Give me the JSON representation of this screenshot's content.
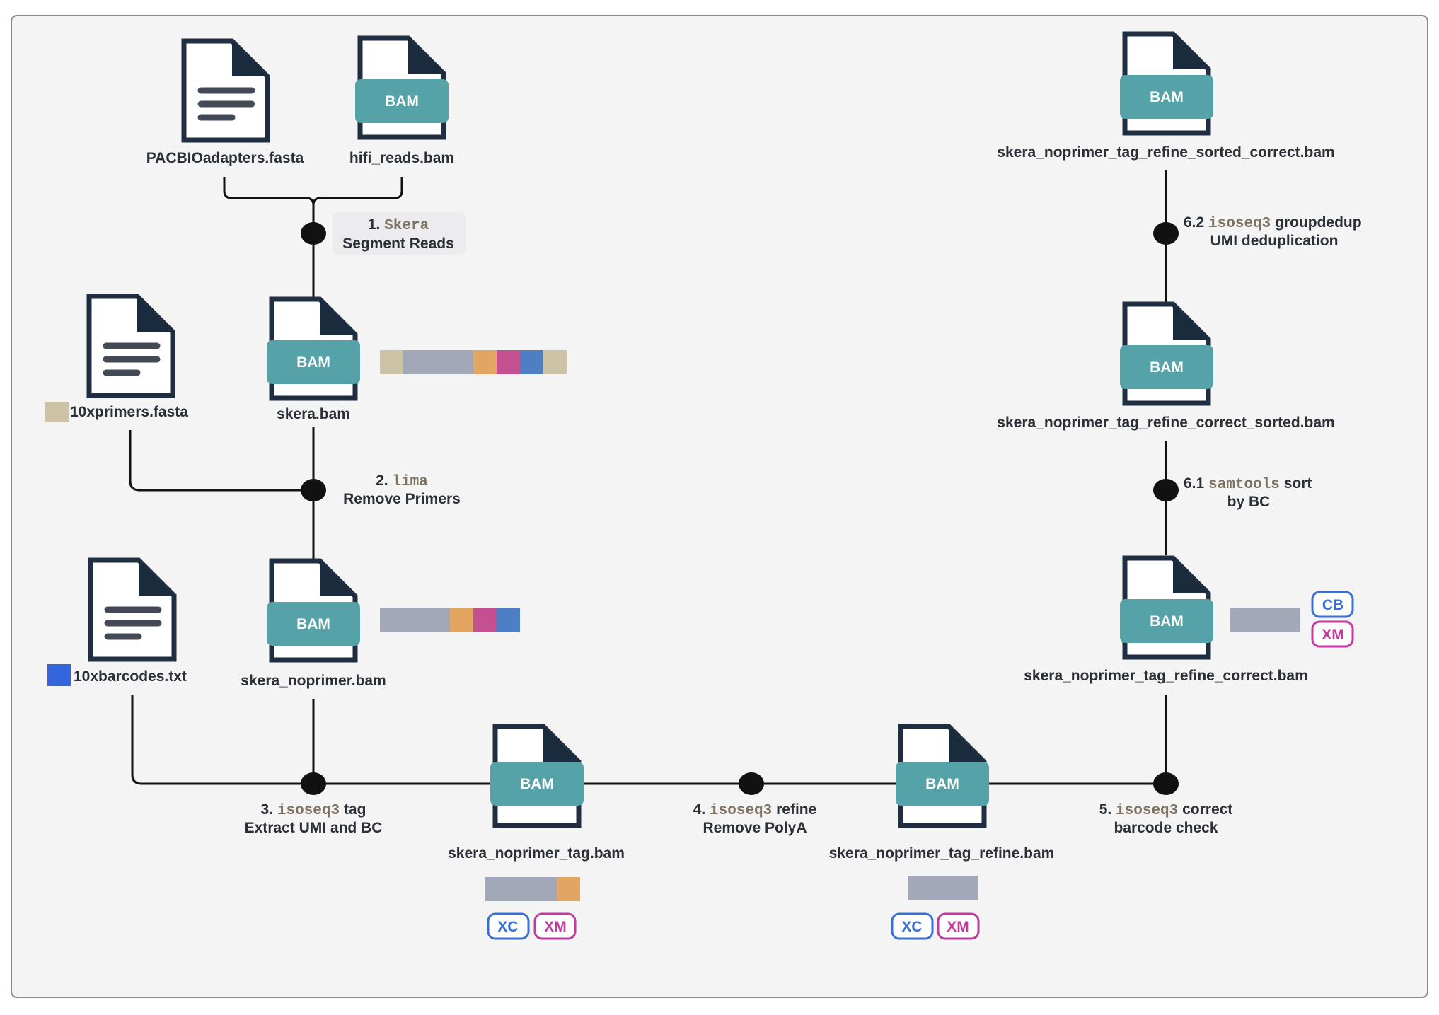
{
  "colors": {
    "frame_bg": "#f4f4f5",
    "frame_border": "#8a8a8e",
    "doc_border": "#1f2e40",
    "doc_corner": "#1a2b3e",
    "doc_lines": "#434a55",
    "bam_fill": "#55a3a8",
    "connector": "#111111",
    "adapter": "#ccc2a6",
    "read": "#a2a8b7",
    "umi": "#e2a562",
    "barcode": "#c55091",
    "polyA": "#4e7fc4",
    "barcode_square": "#3366dd",
    "tag_xc": "#3a6fd6",
    "tag_cb": "#3a6fd6",
    "tag_xm": "#c23a9f",
    "note_bg": "#ececee"
  },
  "badge_label": "BAM",
  "files": {
    "adapters": "PACBIOadapters.fasta",
    "hifi": "hifi_reads.bam",
    "primers": "10xprimers.fasta",
    "skera": "skera.bam",
    "barcodes": "10xbarcodes.txt",
    "noprimer": "skera_noprimer.bam",
    "tag": "skera_noprimer_tag.bam",
    "refine": "skera_noprimer_tag_refine.bam",
    "correct": "skera_noprimer_tag_refine_correct.bam",
    "correct_sorted": "skera_noprimer_tag_refine_correct_sorted.bam",
    "sorted_correct": "skera_noprimer_tag_refine_sorted_correct.bam"
  },
  "steps": {
    "s1": {
      "num": "1.",
      "tool": "Skera",
      "rest": "",
      "desc": "Segment Reads"
    },
    "s2": {
      "num": "2.",
      "tool": "lima",
      "rest": "",
      "desc": "Remove Primers"
    },
    "s3": {
      "num": "3.",
      "tool": "isoseq3",
      "rest": " tag",
      "desc": "Extract UMI and BC"
    },
    "s4": {
      "num": "4.",
      "tool": "isoseq3",
      "rest": " refine",
      "desc": "Remove PolyA"
    },
    "s5": {
      "num": "5.",
      "tool": "isoseq3",
      "rest": " correct",
      "desc": "barcode check"
    },
    "s61": {
      "num": "6.1",
      "tool": "samtools",
      "rest": " sort",
      "desc": "by BC"
    },
    "s62": {
      "num": "6.2",
      "tool": "isoseq3",
      "rest": " groupdedup",
      "desc": "UMI deduplication"
    }
  },
  "tags": {
    "xc": "XC",
    "xm": "XM",
    "cb": "CB"
  }
}
